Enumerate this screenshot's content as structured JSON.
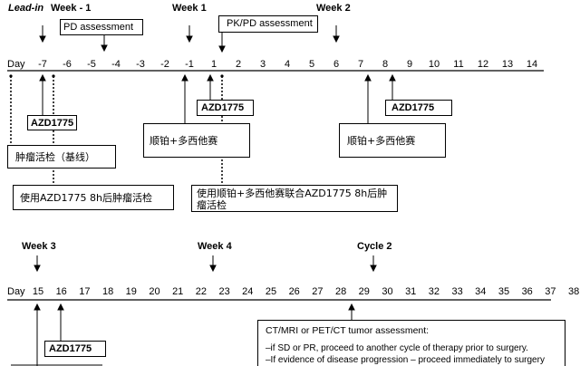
{
  "top": {
    "week_labels": [
      {
        "id": "lead-in",
        "text": "Lead-in"
      },
      {
        "id": "week-minus-1",
        "text": "Week - 1"
      },
      {
        "id": "week-1",
        "text": "Week 1"
      },
      {
        "id": "week-2",
        "text": "Week 2"
      }
    ],
    "day_label": "Day",
    "days": [
      "-7",
      "-6",
      "-5",
      "-4",
      "-3",
      "-2",
      "-1",
      "1",
      "2",
      "3",
      "4",
      "5",
      "6",
      "7",
      "8",
      "9",
      "10",
      "11",
      "12",
      "13",
      "14"
    ],
    "pd_assessment": "PD assessment",
    "pkpd_assessment": "PK/PD assessment",
    "azd_label": "AZD1775",
    "cisplatin_docetaxel": "顺铂+多西他赛",
    "biopsy_baseline": "肿瘤活检（基线）",
    "biopsy_azd": "使用AZD1775 8h后肿瘤活检",
    "biopsy_combo_line1": "使用顺铂+多西他赛联合AZD1775 8h后肿",
    "biopsy_combo_line2": "瘤活检"
  },
  "bottom": {
    "week_labels": [
      {
        "id": "week-3",
        "text": "Week 3"
      },
      {
        "id": "week-4",
        "text": "Week 4"
      },
      {
        "id": "cycle-2",
        "text": "Cycle 2"
      }
    ],
    "day_label": "Day",
    "days": [
      "15",
      "16",
      "17",
      "18",
      "19",
      "20",
      "21",
      "22",
      "23",
      "24",
      "25",
      "26",
      "27",
      "28",
      "29",
      "30",
      "31",
      "32",
      "33",
      "34",
      "35",
      "36",
      "37",
      "38"
    ],
    "azd_label": "AZD1775",
    "tumor_assessment_title": "CT/MRI or PET/CT tumor assessment:",
    "tumor_assessment_line1": "–if SD or PR, proceed to another cycle of therapy prior to surgery.",
    "tumor_assessment_line2": "–If evidence of disease progression – proceed immediately to surgery"
  }
}
